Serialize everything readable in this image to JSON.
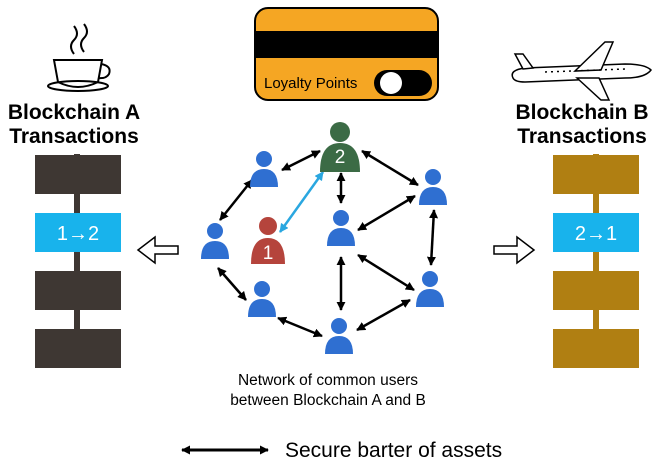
{
  "chain_a": {
    "title_line1": "Blockchain A",
    "title_line2": "Transactions",
    "icon": "coffee-cup-icon",
    "block_color": "#3e3733",
    "highlight_block_label": "1→2"
  },
  "chain_b": {
    "title_line1": "Blockchain B",
    "title_line2": "Transactions",
    "icon": "airplane-icon",
    "block_color": "#b07f12",
    "highlight_block_label": "2→1"
  },
  "card": {
    "label": "Loyalty Points",
    "icon": "credit-card-icon",
    "color": "#f5a623"
  },
  "network": {
    "caption_line1": "Network of common users",
    "caption_line2": "between Blockchain A and B",
    "user1_label": "1",
    "user2_label": "2",
    "user_color": "#2f6fd1",
    "user1_color": "#b5443c",
    "user2_color": "#3b6b45",
    "barter_link_color": "#2aa7e0"
  },
  "legend": {
    "label": "Secure barter of assets"
  },
  "colors": {
    "highlight_block": "#18b3ec",
    "arrow": "#000000"
  }
}
